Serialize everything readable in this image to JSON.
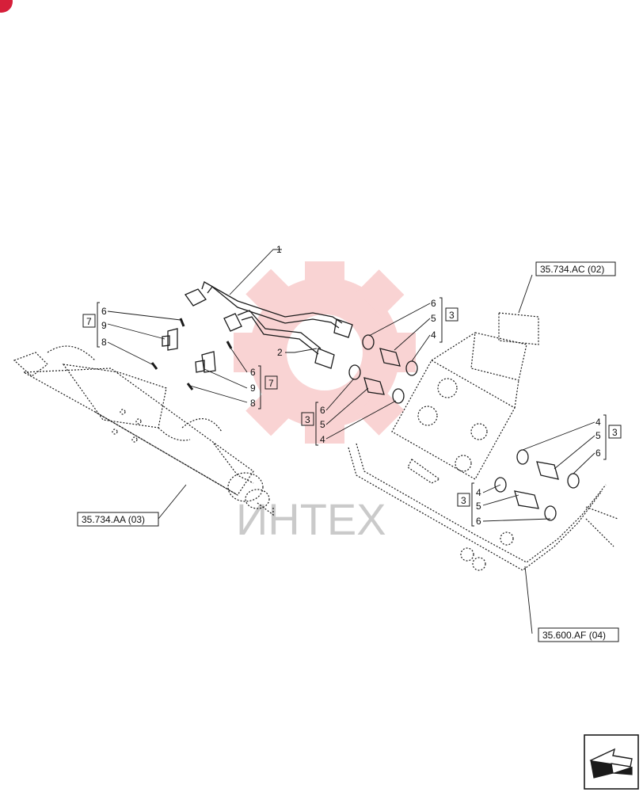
{
  "watermark": {
    "text": "ИНТЕХ",
    "color": "#e83a3a"
  },
  "colors": {
    "line": "#1a1a1a",
    "corner_badge": "#d61f3a"
  },
  "icons": {
    "corner_badge": "red-circle-icon",
    "next_page": "arrow-next-page-icon"
  },
  "references": {
    "valve_ref": "35.734.AC (02)",
    "cylinder_ref": "35.734.AA (03)",
    "lines_ref": "35.600.AF (04)"
  },
  "callouts": {
    "item_1": "1",
    "item_2": "2",
    "left_group_top": {
      "box": "7",
      "a": "6",
      "b": "9",
      "c": "8"
    },
    "left_group_bottom": {
      "box": "7",
      "a": "6",
      "b": "9",
      "c": "8"
    },
    "center_group_top": {
      "box": "3",
      "a": "6",
      "b": "5",
      "c": "4"
    },
    "center_group_bottom": {
      "box": "3",
      "a": "6",
      "b": "5",
      "c": "4"
    },
    "right_group_top": {
      "box": "3",
      "a": "4",
      "b": "5",
      "c": "6"
    },
    "right_group_bottom": {
      "box": "3",
      "a": "4",
      "b": "5",
      "c": "6"
    }
  }
}
